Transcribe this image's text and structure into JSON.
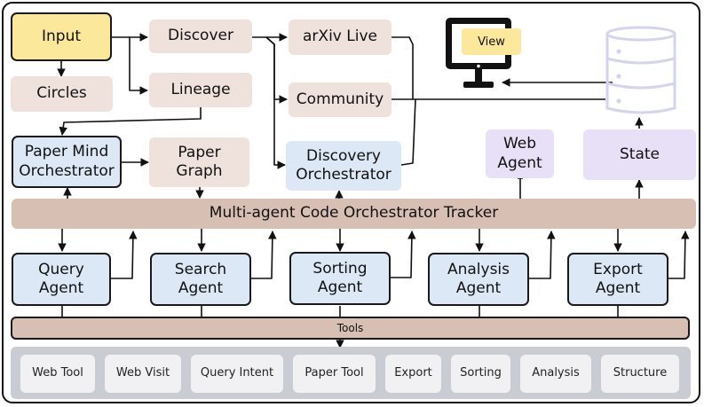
{
  "nodes": {
    "input": "Input",
    "discover": "Discover",
    "arxiv_live": "arXiv Live",
    "circles": "Circles",
    "lineage": "Lineage",
    "community": "Community",
    "paper_mind": "Paper Mind Orchestrator",
    "paper_graph": "Paper Graph",
    "discovery_orchestrator": "Discovery Orchestrator",
    "web_agent": "Web Agent",
    "state": "State",
    "tracker": "Multi-agent Code Orchestrator Tracker",
    "query_agent": "Query Agent",
    "search_agent": "Search Agent",
    "sorting_agent": "Sorting Agent",
    "analysis_agent": "Analysis Agent",
    "export_agent": "Export Agent",
    "tools": "Tools",
    "view": "View"
  },
  "tools": [
    "Web Tool",
    "Web Visit",
    "Query Intent",
    "Paper Tool",
    "Export",
    "Sorting",
    "Analysis",
    "Structure"
  ],
  "colors": {
    "input": "#fbe89b",
    "tan": "#efe2dc",
    "blue": "#dde8f6",
    "lavender": "#e8e0f6",
    "bar": "#d8bfb3",
    "tray": "#c9ccd2",
    "database": "#d4d4ec"
  },
  "icons": {
    "monitor": "monitor-icon",
    "database": "database-icon"
  }
}
